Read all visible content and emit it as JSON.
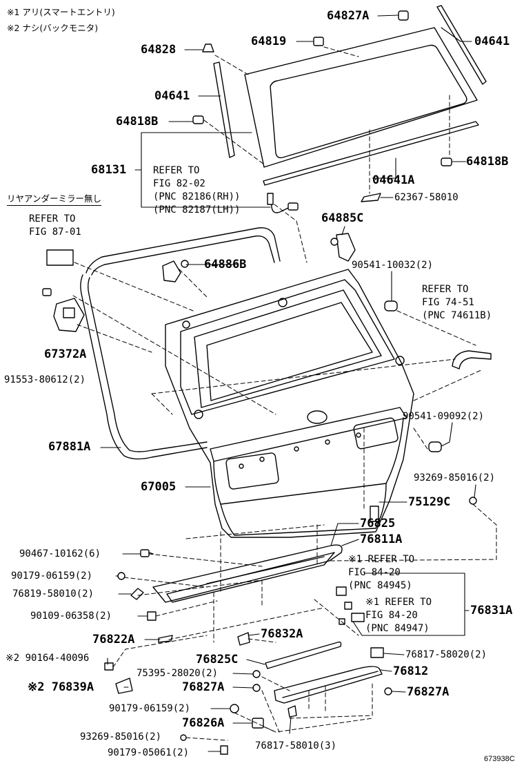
{
  "notes": {
    "note1": "※1 アリ(スマートエントリ)",
    "note2": "※2 ナシ(バックモニタ)",
    "no_rear_under_mirror": "リヤアンダーミラー無し"
  },
  "refs": {
    "fig_82_02": "REFER TO\nFIG 82-02\n(PNC 82186(RH))\n(PNC 82187(LH))",
    "fig_87_01": "REFER TO\nFIG 87-01",
    "fig_74_51": "REFER TO\nFIG 74-51\n(PNC 74611B)",
    "fig_84_20_a": "※1 REFER TO\nFIG 84-20\n(PNC 84945)",
    "fig_84_20_b": "※1 REFER TO\nFIG 84-20\n(PNC 84947)"
  },
  "parts": {
    "p64827A": "64827A",
    "p04641_r": "04641",
    "p64828": "64828",
    "p64819": "64819",
    "p04641_l": "04641",
    "p64818B_l": "64818B",
    "p64818B_r": "64818B",
    "p68131": "68131",
    "p04641A": "04641A",
    "p62367": "62367-58010",
    "p64885C": "64885C",
    "p64886B": "64886B",
    "p90541_10032": "90541-10032(2)",
    "p67372A": "67372A",
    "p91553": "91553-80612(2)",
    "p90541_09092": "90541-09092(2)",
    "p67881A": "67881A",
    "p67005": "67005",
    "p93269_top": "93269-85016(2)",
    "p75129C": "75129C",
    "p76825": "76825",
    "p76811A": "76811A",
    "p90467": "90467-10162(6)",
    "p90179_06159_top": "90179-06159(2)",
    "p76819": "76819-58010(2)",
    "p90109": "90109-06358(2)",
    "p76831A": "76831A",
    "p76822A": "76822A",
    "p76832A": "76832A",
    "p90164": "※2 90164-40096",
    "p76825C": "76825C",
    "p76817_58020": "76817-58020(2)",
    "p75395": "75395-28020(2)",
    "p76812": "76812",
    "p76839A": "※2 76839A",
    "p76827A_l": "76827A",
    "p76827A_r": "76827A",
    "p90179_06159_bot": "90179-06159(2)",
    "p76826A": "76826A",
    "p93269_bot": "93269-85016(2)",
    "p76817_58010": "76817-58010(3)",
    "p90179_05061": "90179-05061(2)"
  },
  "figure_code": "673938C"
}
